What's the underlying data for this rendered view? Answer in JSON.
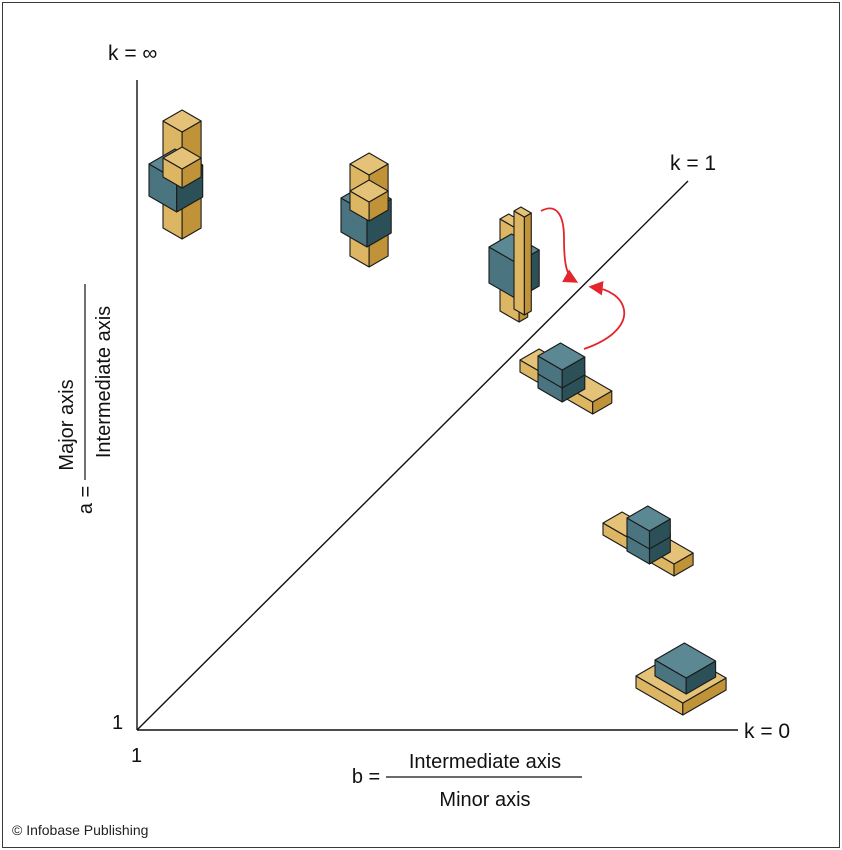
{
  "labels": {
    "k_inf": "k = ∞",
    "k_one": "k = 1",
    "k_zero": "k = 0",
    "y_origin": "1",
    "x_origin": "1",
    "y_prefix": "a =",
    "y_numerator": "Major axis",
    "y_denominator": "Intermediate axis",
    "x_prefix": "b =",
    "x_numerator": "Intermediate axis",
    "x_denominator": "Minor axis"
  },
  "copyright": "© Infobase Publishing",
  "colors": {
    "tan_top": "#e4c277",
    "tan_front": "#ddb664",
    "tan_side": "#c09338",
    "teal_top": "#5c8893",
    "teal_front": "#4a7480",
    "teal_side": "#2c5058",
    "edge": "#1a1a1a",
    "arrow": "#e3262d",
    "line": "#111111"
  }
}
